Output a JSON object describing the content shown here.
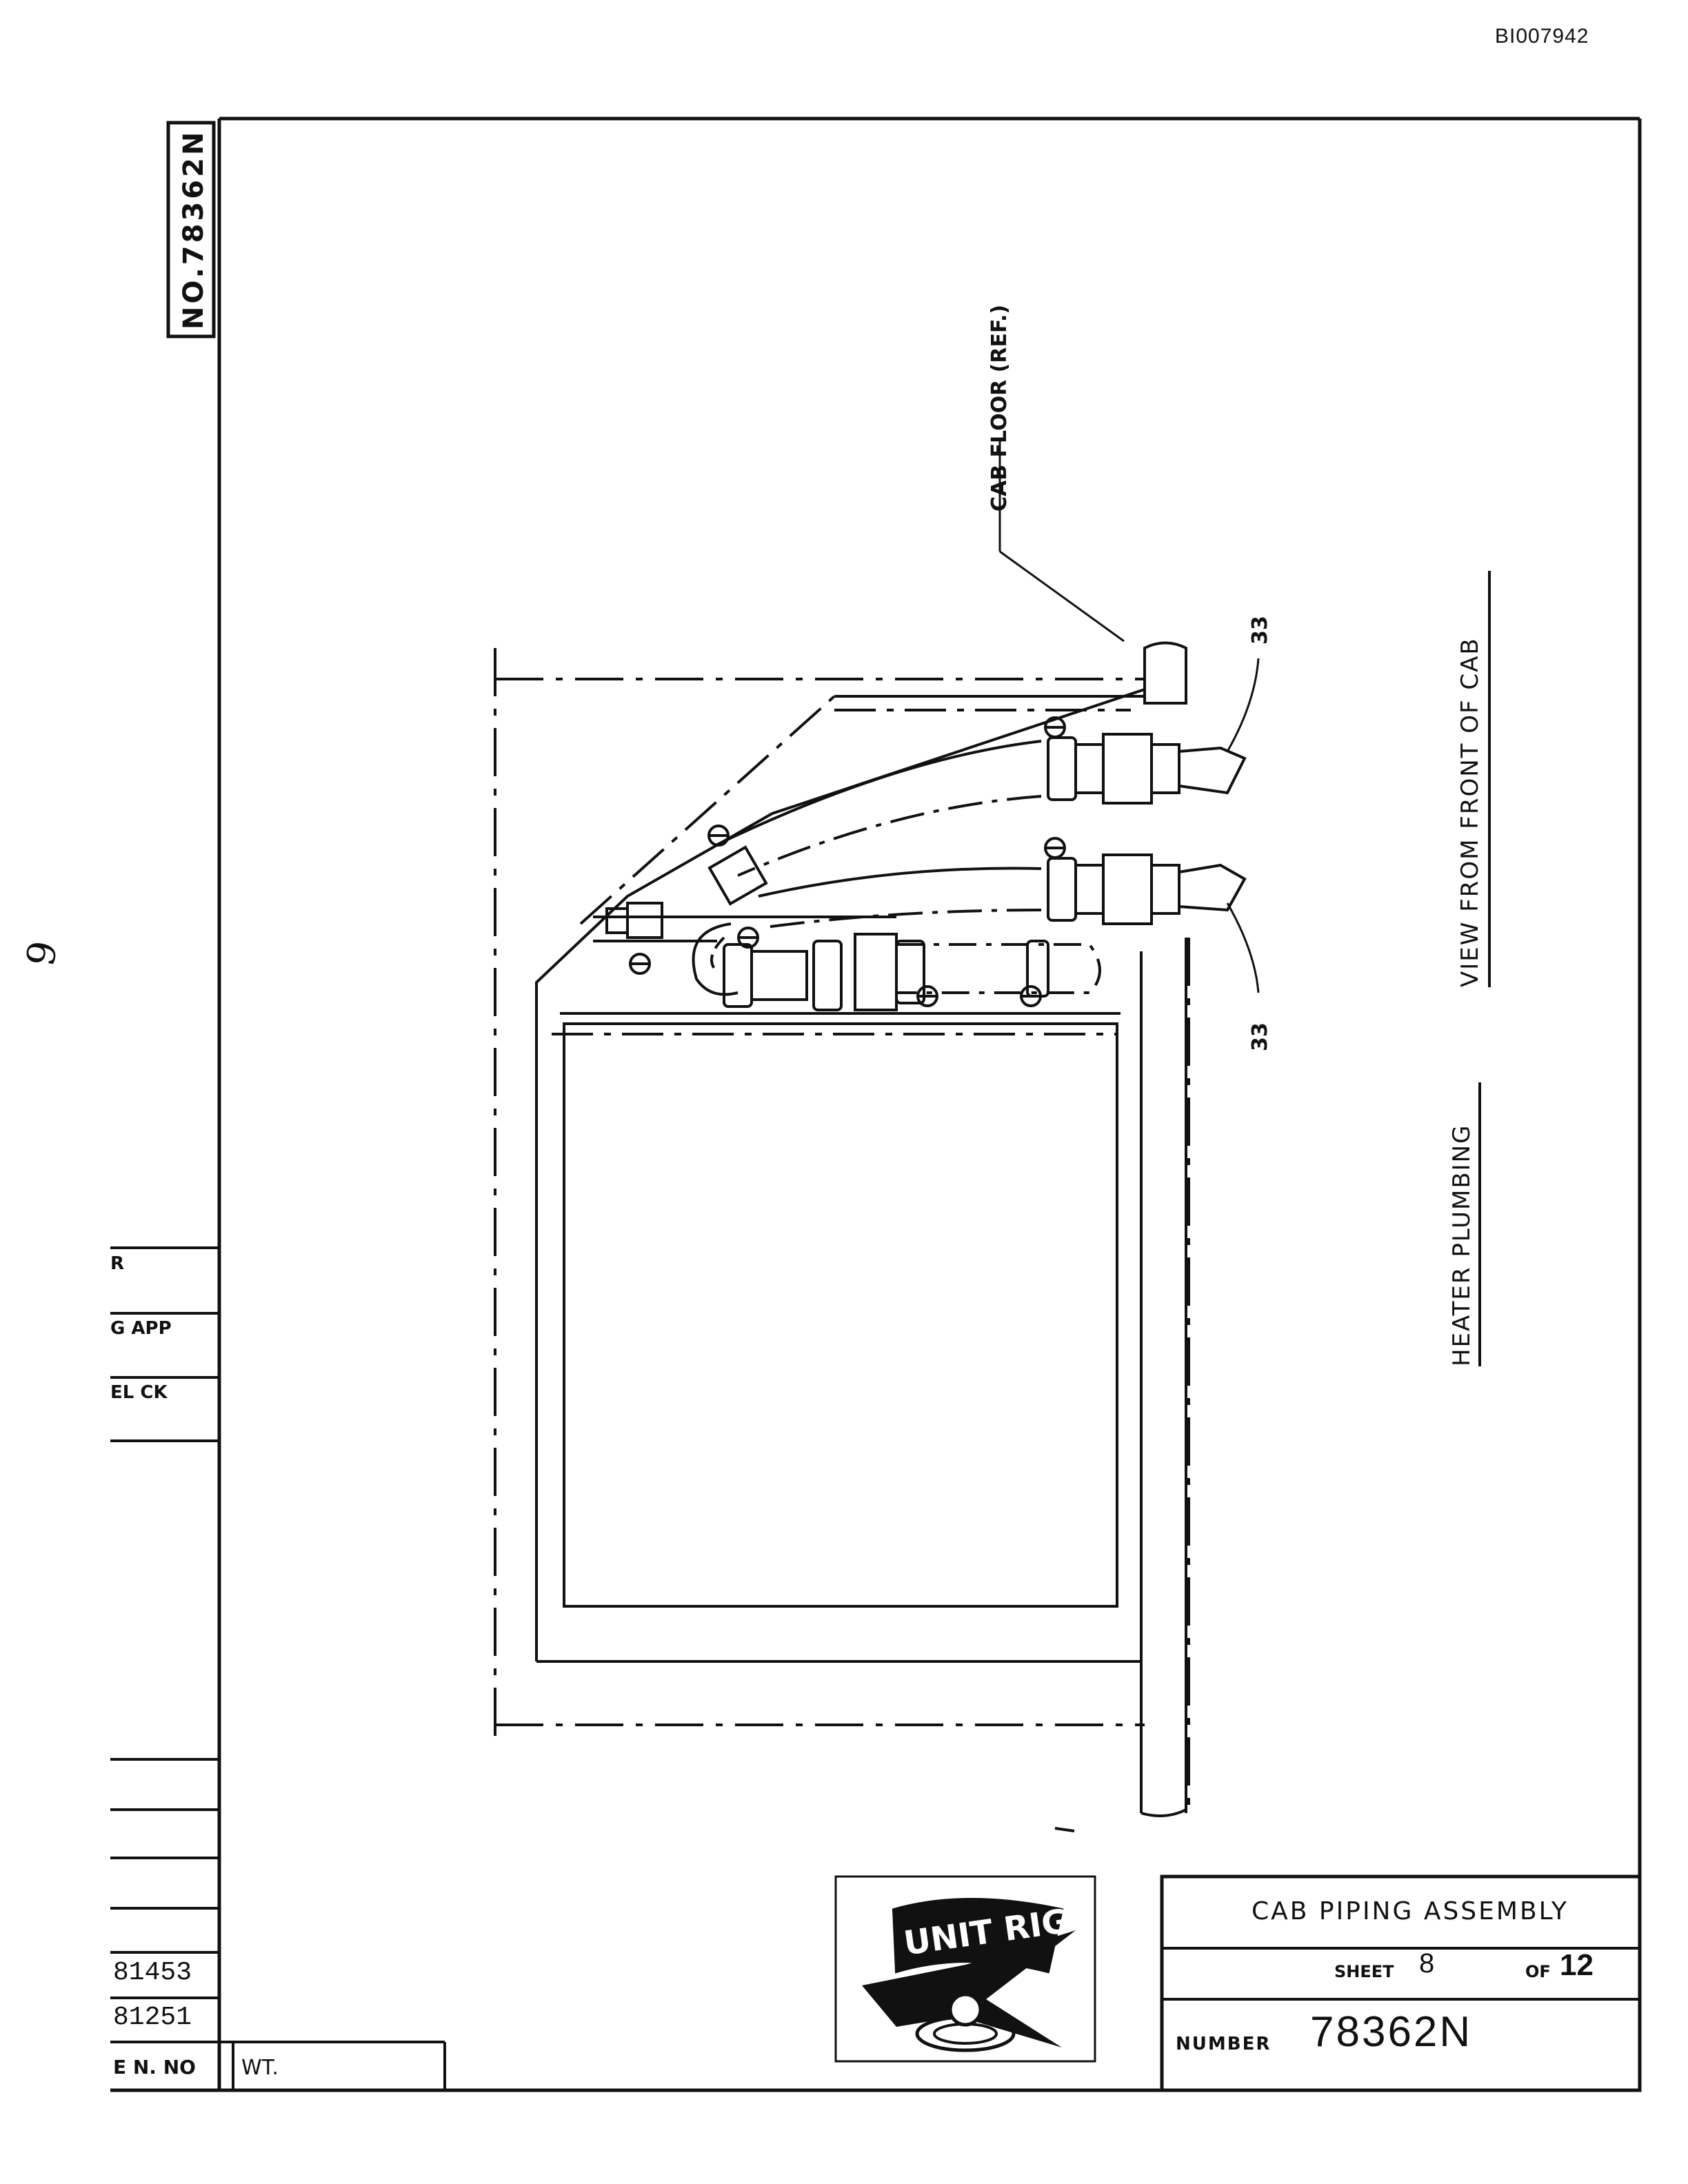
{
  "document_id": "BI007942",
  "margin_mark": "6",
  "drawing_number_tab": "NO.78362N",
  "callouts": {
    "cab_floor": "CAB FLOOR (REF.)",
    "item_upper": "33",
    "item_lower": "33"
  },
  "view_titles": {
    "view": "VIEW FROM FRONT OF CAB",
    "heater": "HEATER PLUMBING"
  },
  "side_block": {
    "row1": "R",
    "row2": "G APP",
    "row3": "EL CK"
  },
  "revisions": [
    "81453",
    "81251"
  ],
  "bottom_labels": {
    "part_no": "E N. NO",
    "weight": "WT."
  },
  "logo": {
    "text": "UNIT RIG"
  },
  "title_block": {
    "title": "CAB PIPING ASSEMBLY",
    "sheet_label": "SHEET",
    "sheet": "8",
    "of_label": "OF",
    "total": "12",
    "number_label": "NUMBER",
    "number": "78362N"
  }
}
